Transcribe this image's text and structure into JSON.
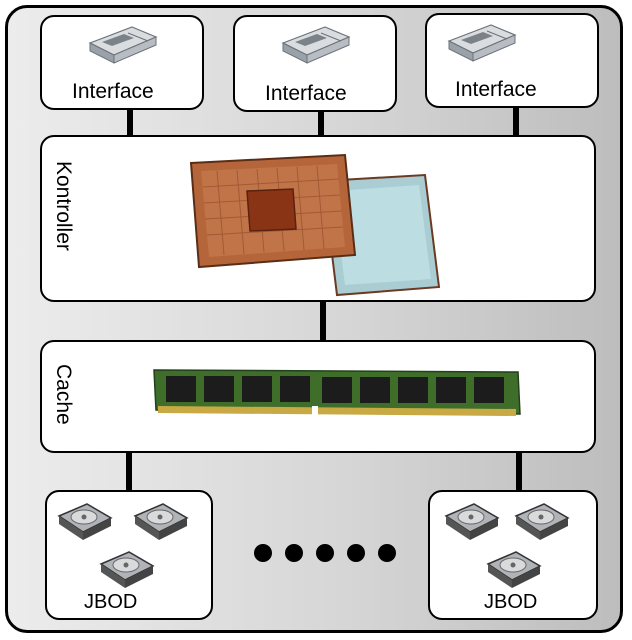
{
  "interfaces": [
    {
      "label": "Interface",
      "icon": "sfp-transceiver-icon"
    },
    {
      "label": "Interface",
      "icon": "sfp-transceiver-icon"
    },
    {
      "label": "Interface",
      "icon": "sfp-transceiver-icon"
    }
  ],
  "controller": {
    "label": "Kontroller",
    "icon": "cpu-chip-icon"
  },
  "cache": {
    "label": "Cache",
    "icon": "ram-module-icon"
  },
  "jbods": [
    {
      "label": "JBOD",
      "icon": "hard-disk-icon"
    },
    {
      "label": "JBOD",
      "icon": "hard-disk-icon"
    }
  ],
  "ellipsis_dots": 5,
  "colors": {
    "frame_border": "#000000",
    "frame_fill_light": "#ececec",
    "frame_fill_dark": "#bdbdbd",
    "cpu_copper": "#b5653a",
    "ram_pcb": "#3f6e2a"
  }
}
